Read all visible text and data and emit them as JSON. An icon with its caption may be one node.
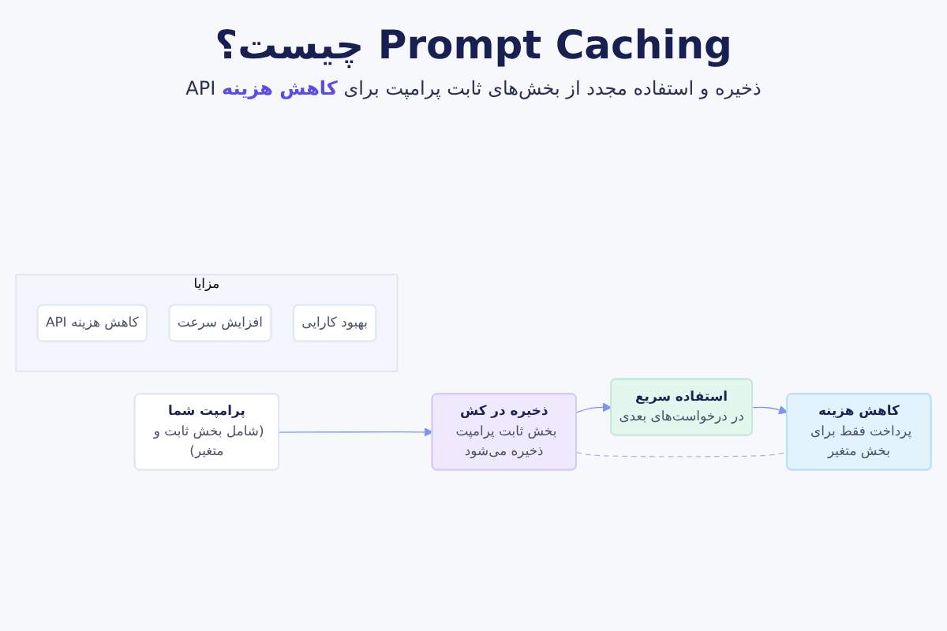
{
  "diagram": {
    "title": "Prompt Caching چیست؟",
    "nodes": [
      {
        "text": [
          "پرامپت شما",
          "(شامل بخش ثابت و متغیر)"
        ]
      },
      {
        "text": [
          "ذخیره در کش",
          "بخش ثابت پرامپت ذخیره می‌شود"
        ]
      },
      {
        "text": [
          "استفاده سریع",
          "در درخواست‌های بعدی"
        ]
      },
      {
        "text": [
          "کاهش هزینه",
          "پرداخت فقط برای بخش متغیر"
        ]
      },
      {
        "text": [
          "مزایا"
        ]
      },
      {
        "text": [
          "بهبود کارایی"
        ],
        "in": 4
      },
      {
        "text": [
          "افزایش سرعت"
        ],
        "in": 4
      },
      {
        "text": [
          "کاهش هزینه API"
        ],
        "in": 4
      }
    ],
    "edges": [
      {
        "from": 0,
        "to": 1,
        "arrow": "to"
      },
      {
        "from": 1,
        "to": 2,
        "arrow": "to"
      },
      {
        "from": 2,
        "to": 3,
        "arrow": "to"
      },
      {
        "from": 1,
        "to": 3,
        "arrow": "none",
        "style": "dashed",
        "color": "#a9b6de"
      }
    ],
    "labels": [
      "ذخیره و استفاده مجدد از بخش‌های ثابت پرامپت برای **کاهش هزینه** API"
    ]
  }
}
